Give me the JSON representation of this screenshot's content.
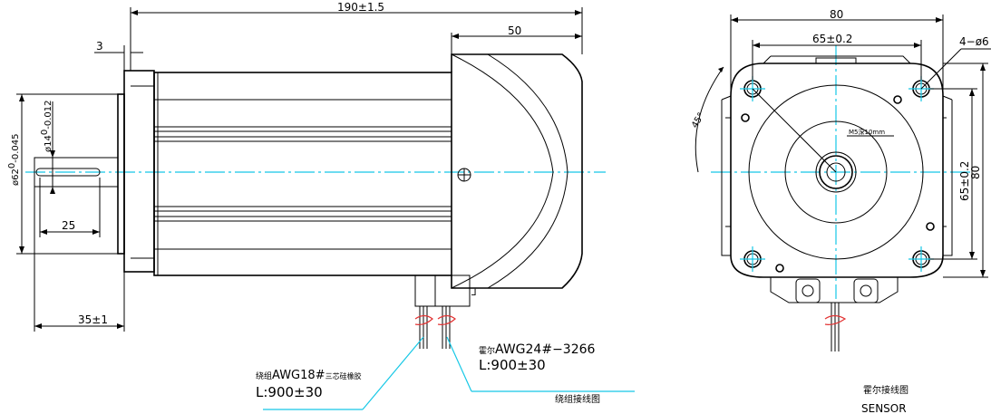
{
  "side_view": {
    "overall_length": "190±1.5",
    "end_cap_length": "50",
    "flange_thickness": "3",
    "pilot_diameter": "ø62",
    "pilot_tol_upper": "0",
    "pilot_tol_lower": "-0.045",
    "shaft_diameter": "ø14",
    "shaft_tol_upper": "0",
    "shaft_tol_lower": "-0.012",
    "key_length": "25",
    "shaft_length": "35±1",
    "winding_cable_spec": "AWG18",
    "winding_cable_hash": "#",
    "winding_cable_note": "三芯硅橡胶",
    "winding_cable_prefix": "绕组",
    "winding_cable_length": "L:900±30",
    "hall_cable_prefix": "霍尔",
    "hall_cable_spec": "AWG24#−3266",
    "hall_cable_length": "L:900±30",
    "winding_wiring_title": "绕组接线图"
  },
  "front_view": {
    "width": "80",
    "bolt_spacing_h": "65±0.2",
    "height": "80",
    "bolt_spacing_v": "65±0.2",
    "hole_callout": "4−ø6",
    "angle": "45°",
    "thread_note": "M5深10mm",
    "hall_wiring_title": "霍尔接线图",
    "sensor_label": "SENSOR"
  }
}
